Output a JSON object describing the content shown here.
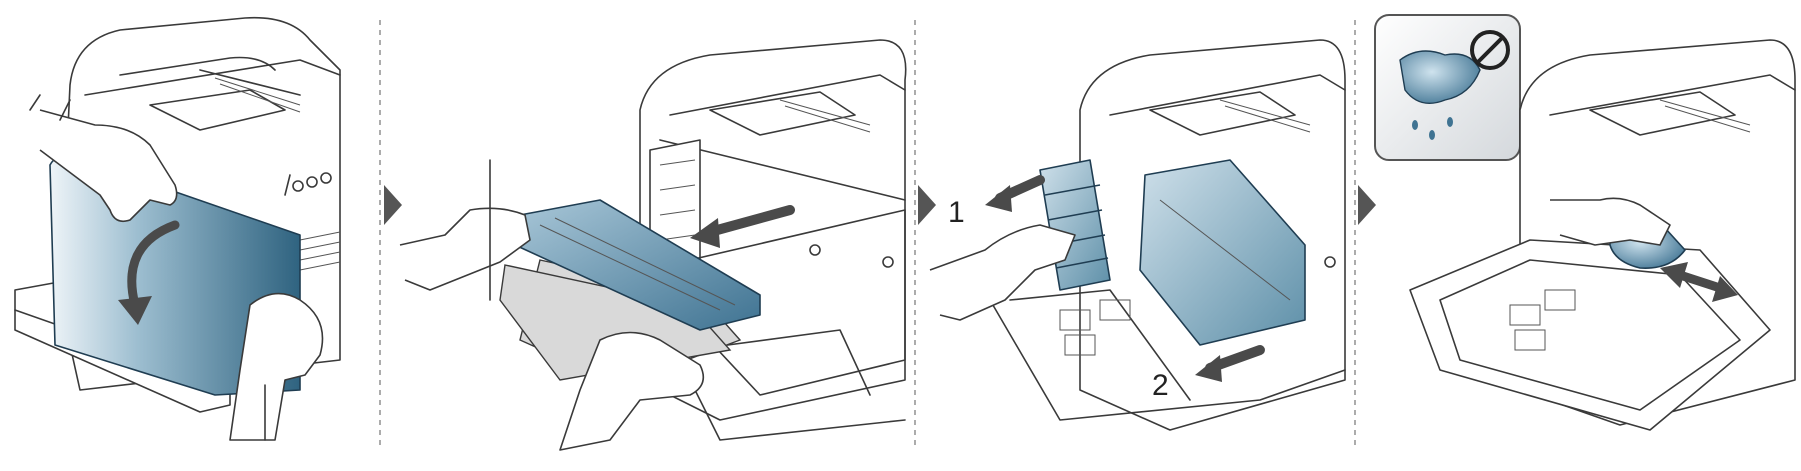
{
  "colors": {
    "panel_blue": "#5d8fa8",
    "panel_blue_dark": "#2f6380",
    "panel_blue_light": "#e8f0f5",
    "arrow_grey": "#555555",
    "divider": "#888888"
  },
  "steps": [
    {
      "id": 1,
      "label": ""
    },
    {
      "id": 2,
      "label": ""
    },
    {
      "id": 3,
      "label": "",
      "callouts": [
        "1",
        "2"
      ]
    },
    {
      "id": 4,
      "label": ""
    }
  ],
  "icons": {
    "step_arrow": "triangle-right-icon",
    "warning": "no-wet-cloth-icon"
  }
}
